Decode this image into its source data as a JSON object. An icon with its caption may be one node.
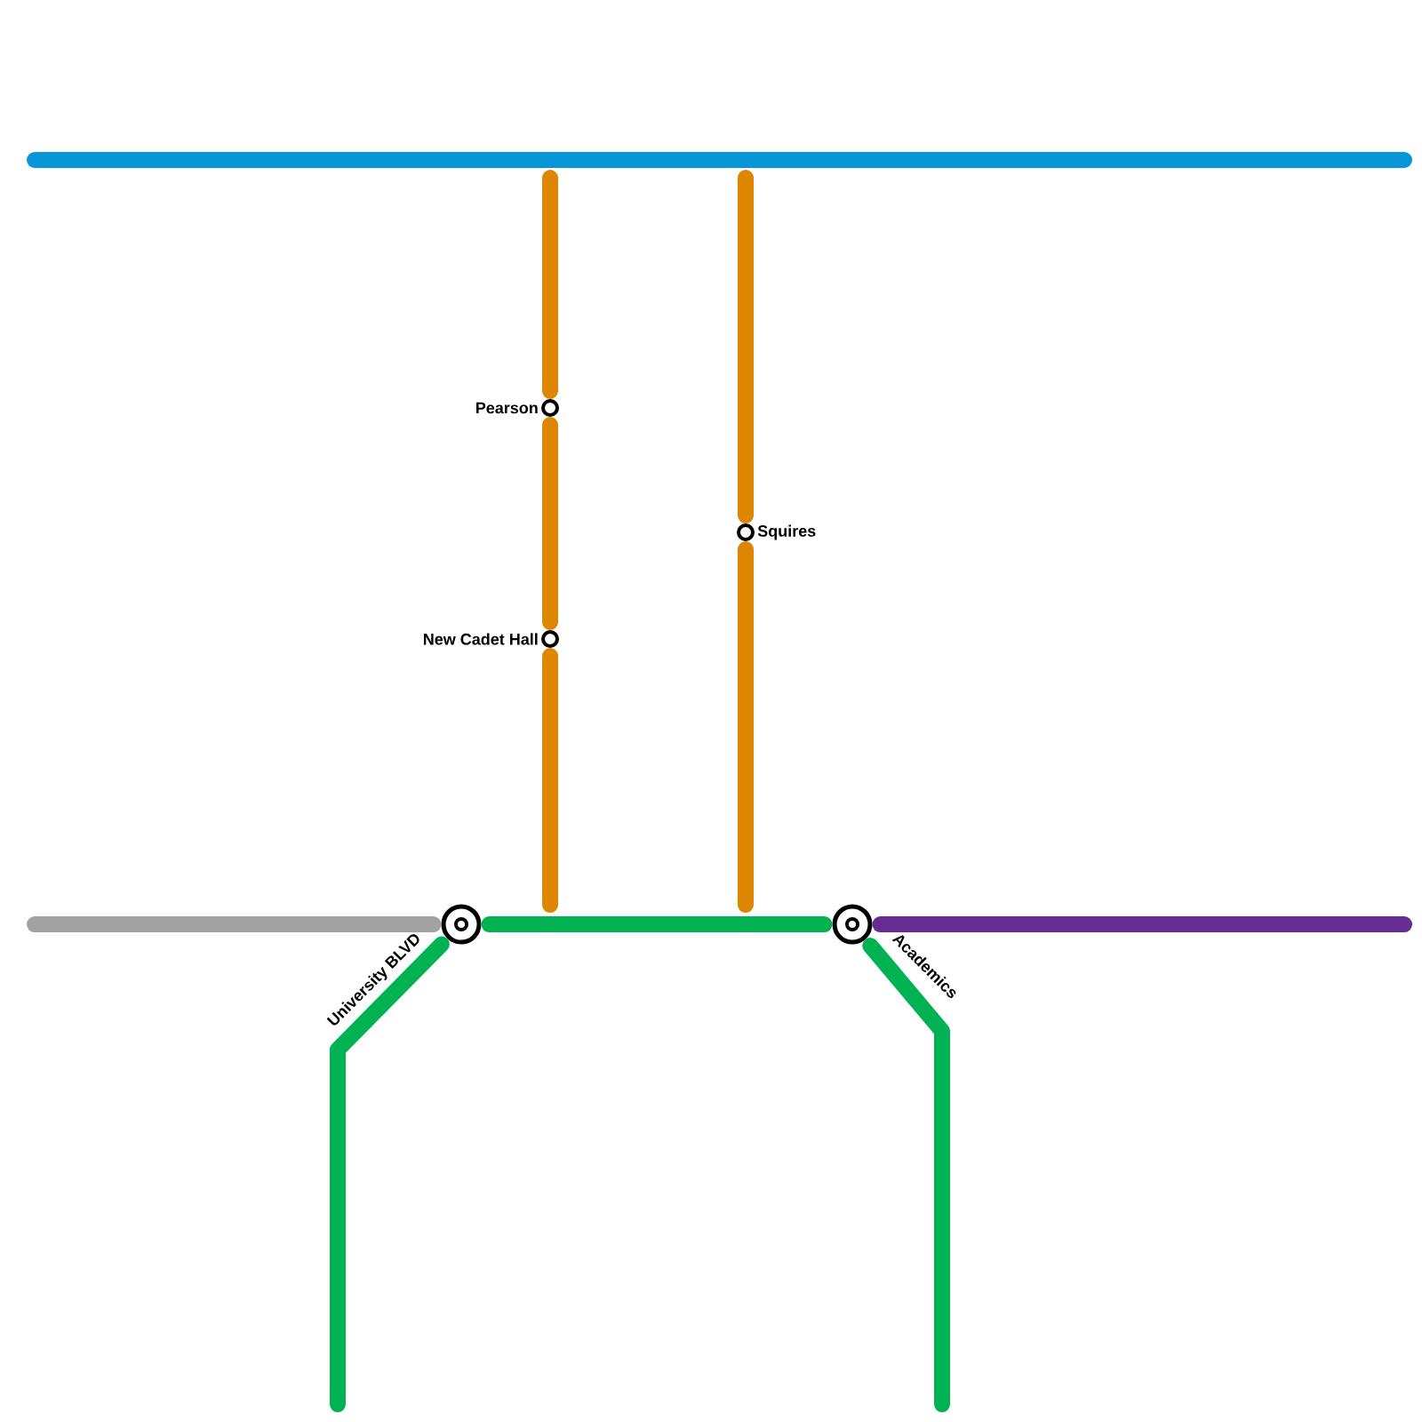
{
  "diagram": {
    "nodes": [
      {
        "text": [
          "Pearson"
        ]
      },
      {
        "text": [
          "New Cadet Hall"
        ]
      },
      {
        "text": [
          "Squires"
        ]
      },
      {
        "text": [
          "University BLVD"
        ]
      },
      {
        "text": [
          "Academics"
        ]
      }
    ],
    "edges": [
      {
        "from": null,
        "to": 0,
        "arrow": "none",
        "color": "#df8600"
      },
      {
        "from": 0,
        "to": 1,
        "arrow": "none",
        "color": "#df8600"
      },
      {
        "from": 1,
        "to": null,
        "arrow": "none",
        "color": "#df8600"
      },
      {
        "from": null,
        "to": 2,
        "arrow": "none",
        "color": "#df8600"
      },
      {
        "from": 2,
        "to": null,
        "arrow": "none",
        "color": "#df8600"
      },
      {
        "from": null,
        "to": 3,
        "arrow": "none",
        "color": "#a2a2a2"
      },
      {
        "from": 3,
        "to": 4,
        "arrow": "none",
        "color": "#00b251"
      },
      {
        "from": 3,
        "to": null,
        "arrow": "none",
        "color": "#00b251"
      },
      {
        "from": 4,
        "to": null,
        "arrow": "none",
        "color": "#00b251"
      },
      {
        "from": 4,
        "to": null,
        "arrow": "none",
        "color": "#662c90"
      }
    ]
  }
}
